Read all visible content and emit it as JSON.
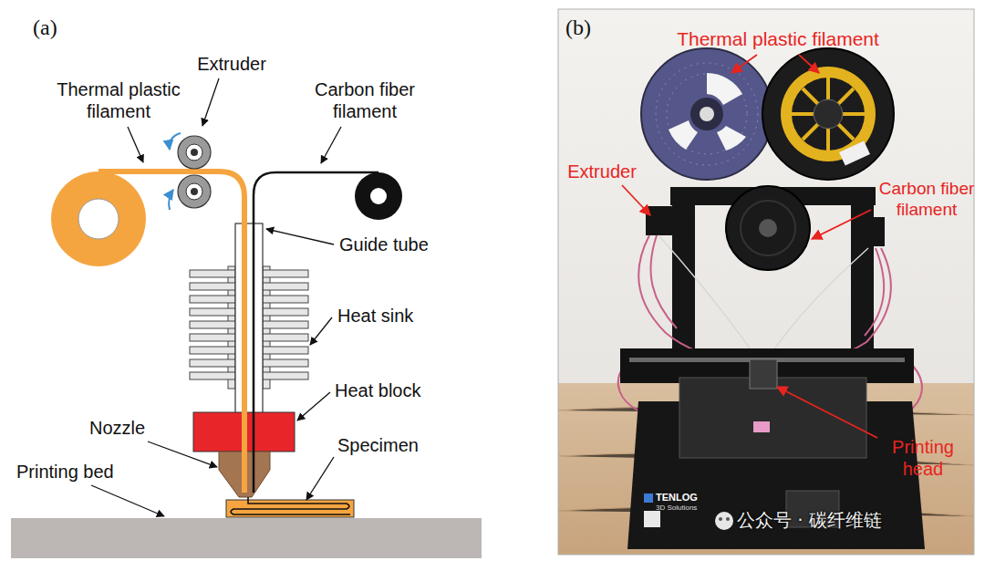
{
  "diagram": {
    "labels": [
      "(a)",
      "Extruder",
      "Thermal plastic filament",
      "Carbon fiber filament",
      "Guide tube",
      "Heat sink",
      "Heat block",
      "Nozzle",
      "Specimen",
      "Printing bed",
      "(b)",
      "Thermal plastic filament",
      "Extruder",
      "Carbon fiber filament",
      "Printing head",
      "TENLOG",
      "3D Solutions",
      "公众号 · 碳纤维链"
    ]
  }
}
